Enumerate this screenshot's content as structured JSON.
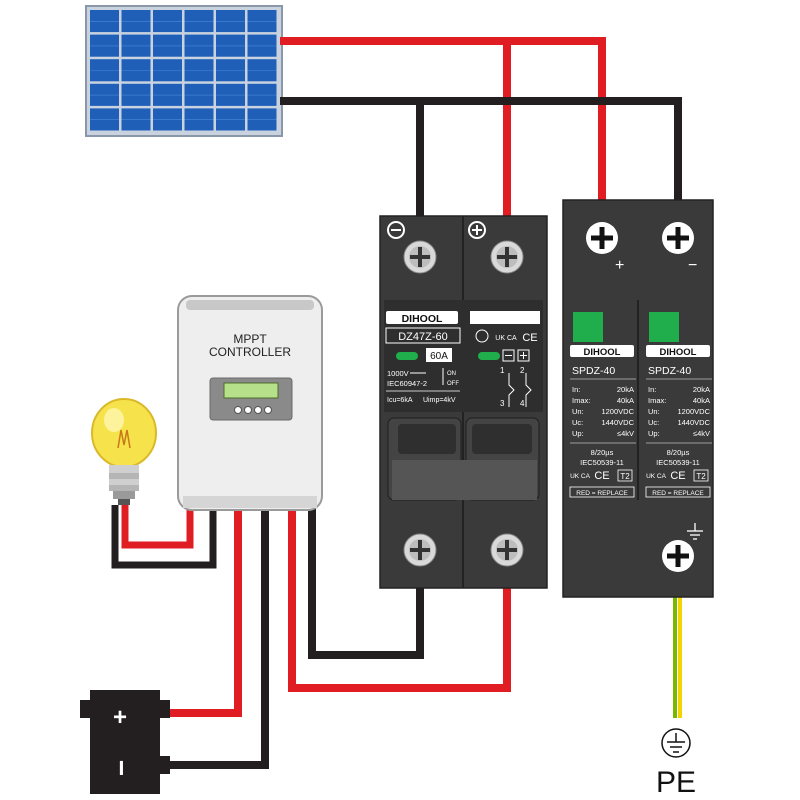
{
  "controller": {
    "title_line1": "MPPT",
    "title_line2": "CONTROLLER"
  },
  "breaker": {
    "brand": "DIHOOL",
    "model": "DZ47Z-60",
    "rating": "60A",
    "voltage": "1000V",
    "on_label": "ON",
    "off_label": "OFF",
    "standard": "IEC60947-2",
    "icu": "Icu=6kA",
    "uimp": "Uimp=4kV",
    "ukca": "UK CA",
    "ce": "CE",
    "pole_top": "1",
    "pole_top2": "2",
    "pole_bottom": "3",
    "pole_bottom2": "4"
  },
  "spd": {
    "brand": "DIHOOL",
    "model": "SPDZ-40",
    "specs": [
      {
        "k": "In:",
        "v": "20kA"
      },
      {
        "k": "Imax:",
        "v": "40kA"
      },
      {
        "k": "Un:",
        "v": "1200VDC"
      },
      {
        "k": "Uc:",
        "v": "1440VDC"
      },
      {
        "k": "Up:",
        "v": "≤4kV"
      }
    ],
    "waveform": "8/20µs",
    "standard": "IEC50539-11",
    "class": "T2",
    "ce": "CE",
    "ukca": "UK CA",
    "replace": "RED = REPLACE",
    "plus": "+",
    "minus": "−"
  },
  "battery": {
    "plus": "+",
    "minus": "−"
  },
  "pe_label": "PE",
  "colors": {
    "red_wire": "#e11d24",
    "black_wire": "#231f20",
    "module": "#3a3a3a",
    "module_dark": "#2b2b2b",
    "green_window": "#1fae4b",
    "solar_blue": "#1f5fb8",
    "ground_green": "#7ab800",
    "ground_yellow": "#f2d400"
  }
}
